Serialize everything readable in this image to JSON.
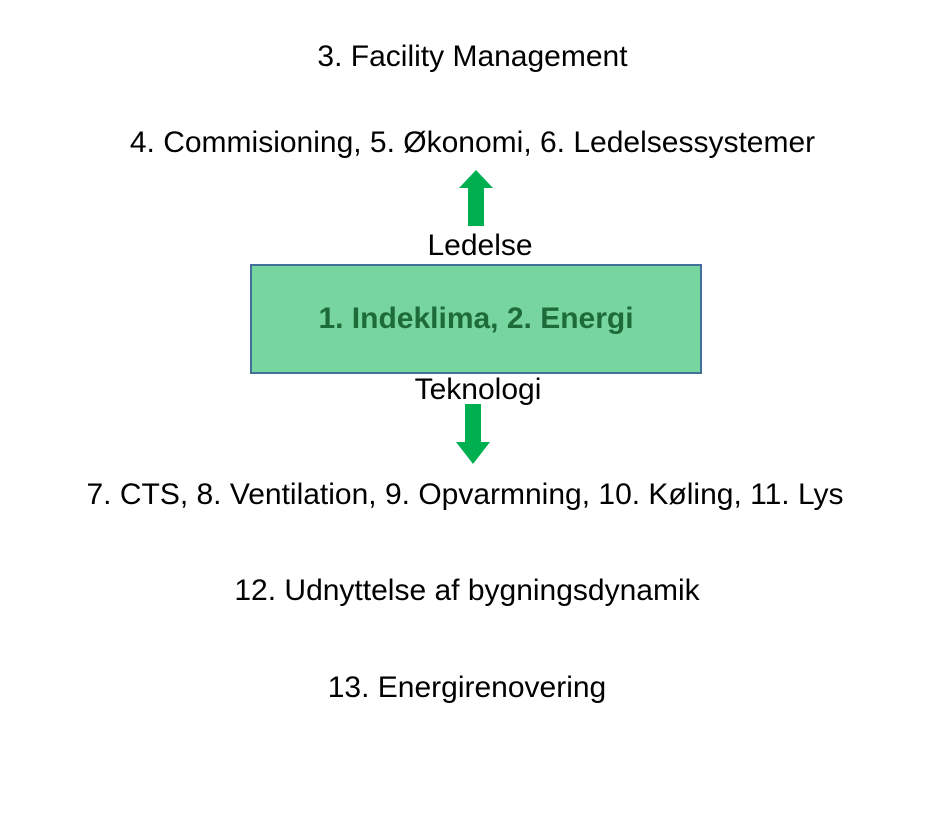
{
  "colors": {
    "box_fill": "#77d5a0",
    "box_border": "#41719c",
    "box_text": "#1e6b3a",
    "arrow": "#00b050"
  },
  "levels": {
    "facility": "3. Facility Management",
    "management": "4. Commisioning, 5. Økonomi, 6. Ledelsessystemer",
    "technology": "7. CTS, 8. Ventilation, 9. Opvarmning, 10. Køling, 11. Lys",
    "building_dynamics": "12. Udnyttelse af bygningsdynamik",
    "renovation": "13. Energirenovering"
  },
  "core": {
    "label": "1. Indeklima, 2. Energi"
  },
  "arrows": {
    "up_label": "Ledelse",
    "down_label": "Teknologi",
    "up_icon": "arrow-up-icon",
    "down_icon": "arrow-down-icon"
  }
}
